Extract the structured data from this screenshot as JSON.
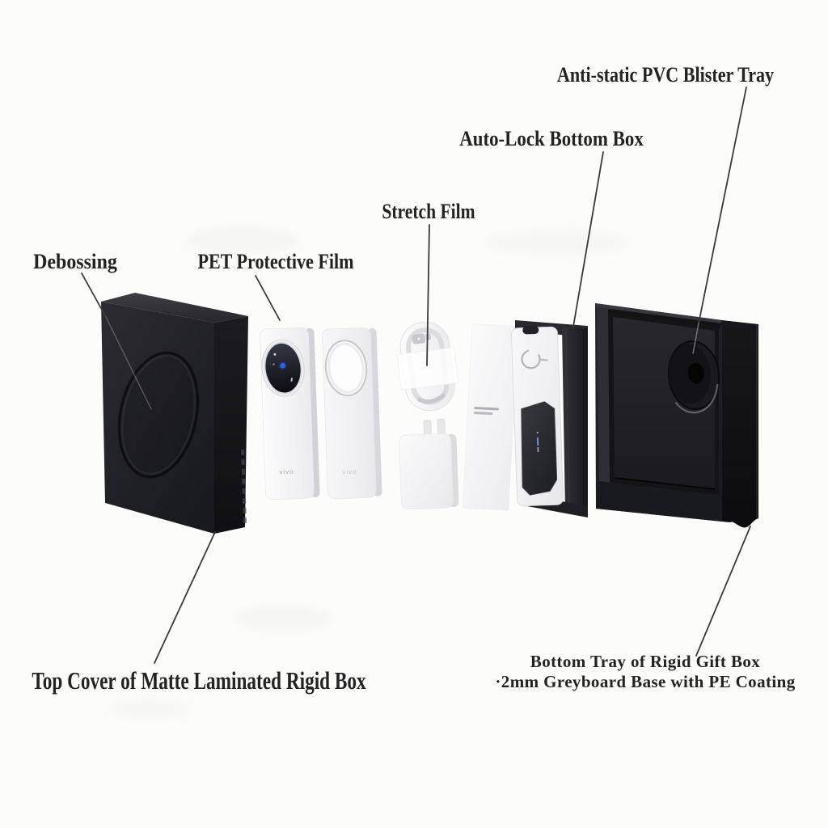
{
  "background_color": "#fcfcfb",
  "labels": {
    "debossing": "Debossing",
    "pet_film": "PET Protective Film",
    "stretch_film": "Stretch Film",
    "auto_lock": "Auto-Lock Bottom Box",
    "anti_static": "Anti-static PVC Blister Tray",
    "top_cover": "Top Cover of Matte Laminated Rigid Box",
    "bottom_tray": {
      "line1": "Bottom Tray of Rigid Gift Box",
      "line2": "·2mm Greyboard Base with PE Coating"
    }
  },
  "brand": {
    "phone_logo": "vivo",
    "film_logo": "vivo"
  },
  "colors": {
    "label_text": "#232323",
    "leader_line": "#3a3a3a",
    "rigid_box_black": "#202024",
    "product_white": "#f4f4f6",
    "camera_accent_blue": "#2f63f2"
  }
}
